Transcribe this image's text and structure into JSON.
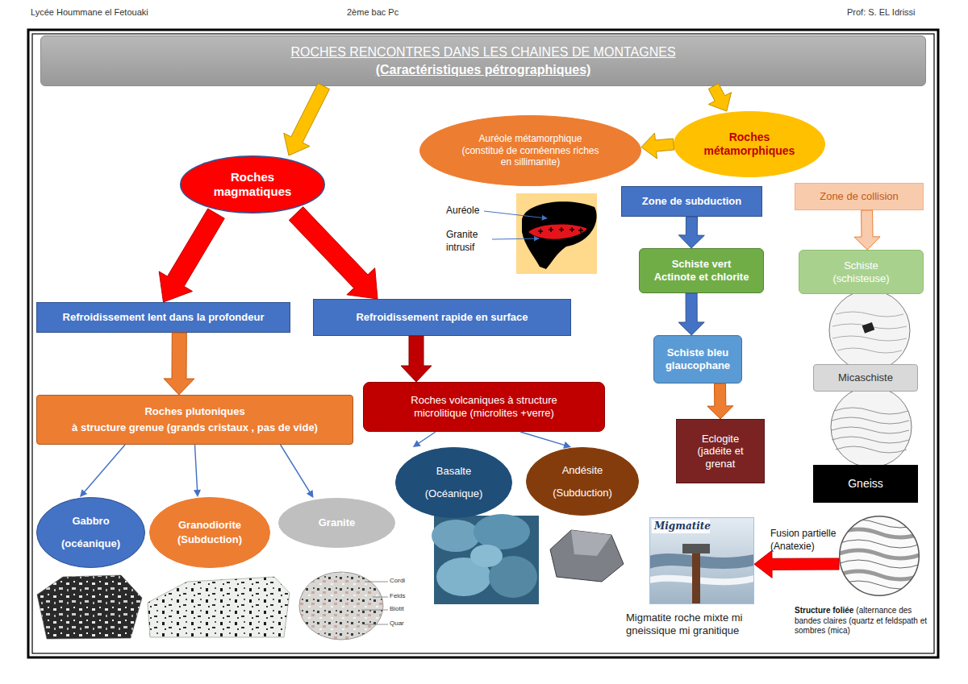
{
  "diagram": {
    "nodes": [
      {
        "text": [
          "ROCHES RENCONTRES DANS LES CHAINES DE MONTAGNES",
          "(Caractéristiques pétrographiques)"
        ]
      },
      {
        "text": [
          "Roches magmatiques"
        ]
      },
      {
        "text": [
          "Roches métamorphiques"
        ]
      },
      {
        "text": [
          "Auréole métamorphique (constitué de cornéennes riches en sillimanite)"
        ]
      },
      {
        "text": [
          "Refroidissement lent dans la profondeur"
        ]
      },
      {
        "text": [
          "Refroidissement rapide en surface"
        ]
      },
      {
        "text": [
          "Roches plutoniques",
          "à structure grenue (grands cristaux , pas de vide)"
        ]
      },
      {
        "text": [
          "Roches volcaniques à structure microlitique (microlites +verre)"
        ]
      },
      {
        "text": [
          "Gabbro",
          "(océanique)"
        ]
      },
      {
        "text": [
          "Granodiorite",
          "(Subduction)"
        ]
      },
      {
        "text": [
          "Granite"
        ]
      },
      {
        "text": [
          "Basalte",
          "(Océanique)"
        ]
      },
      {
        "text": [
          "Andésite",
          "(Subduction)"
        ]
      },
      {
        "text": [
          "Zone de subduction"
        ]
      },
      {
        "text": [
          "Zone de collision"
        ]
      },
      {
        "text": [
          "Schiste vert",
          "Actinote et chlorite"
        ]
      },
      {
        "text": [
          "Schiste bleu",
          "glaucophane"
        ]
      },
      {
        "text": [
          "Eclogite",
          "(jadéite et grenat"
        ]
      },
      {
        "text": [
          "Schiste",
          "(schisteuse)"
        ]
      },
      {
        "text": [
          "Micaschiste"
        ]
      },
      {
        "text": [
          "Gneiss"
        ]
      },
      {
        "text": [
          "Structure foliée",
          "(alternance des bandes claires (quartz et feldspath et sombres (mica)"
        ]
      },
      {
        "text": [
          "Migmatite",
          "Migmatite roche mixte mi gneissique mi granitique"
        ]
      }
    ],
    "edges": [
      {
        "from": 0,
        "to": 1,
        "arrow": "to"
      },
      {
        "from": 0,
        "to": 2,
        "arrow": "to"
      },
      {
        "from": 2,
        "to": 3,
        "arrow": "to"
      },
      {
        "from": 1,
        "to": 4,
        "arrow": "to"
      },
      {
        "from": 1,
        "to": 5,
        "arrow": "to"
      },
      {
        "from": 4,
        "to": 6,
        "arrow": "to"
      },
      {
        "from": 5,
        "to": 7,
        "arrow": "to"
      },
      {
        "from": 6,
        "to": 8,
        "arrow": "to"
      },
      {
        "from": 6,
        "to": 9,
        "arrow": "to"
      },
      {
        "from": 6,
        "to": 10,
        "arrow": "to"
      },
      {
        "from": 7,
        "to": 11,
        "arrow": "to"
      },
      {
        "from": 7,
        "to": 12,
        "arrow": "to"
      },
      {
        "from": 13,
        "to": 15,
        "arrow": "to"
      },
      {
        "from": 15,
        "to": 16,
        "arrow": "to"
      },
      {
        "from": 16,
        "to": 17,
        "arrow": "to"
      },
      {
        "from": 14,
        "to": 18,
        "arrow": "to"
      },
      {
        "from": 21,
        "to": 22,
        "arrow": "to",
        "label": "Fusion partielle (Anatexie)"
      }
    ],
    "labels": [
      "Lycée Hoummane el Fetouaki",
      "2ème bac Pc",
      "Prof: S. EL Idrissi",
      "Auréole",
      "Granite intrusif",
      "Cordi",
      "Felds",
      "Biotit",
      "Quar"
    ]
  }
}
